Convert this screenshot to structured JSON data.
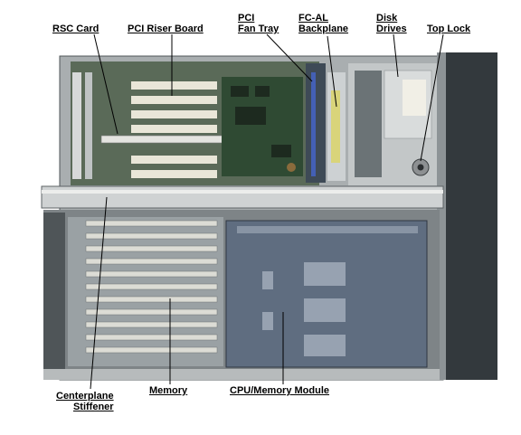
{
  "labels": {
    "rsc_card": "RSC Card",
    "pci_riser_board": "PCI Riser Board",
    "pci_fan_tray_line1": "PCI",
    "pci_fan_tray_line2": "Fan Tray",
    "fcal_backplane_line1": "FC-AL",
    "fcal_backplane_line2": "Backplane",
    "disk_drives_line1": "Disk",
    "disk_drives_line2": "Drives",
    "top_lock": "Top Lock",
    "centerplane_stiffener_line1": "Centerplane",
    "centerplane_stiffener_line2": "Stiffener",
    "memory": "Memory",
    "cpu_memory_module": "CPU/Memory Module"
  },
  "colors": {
    "chassis": "#a9aeb0",
    "chassis_dark": "#6f7477",
    "board_green": "#3f5e3c",
    "slot_white": "#e9e6d8",
    "cpu_panel": "#5f6d80",
    "leader": "#000000"
  }
}
